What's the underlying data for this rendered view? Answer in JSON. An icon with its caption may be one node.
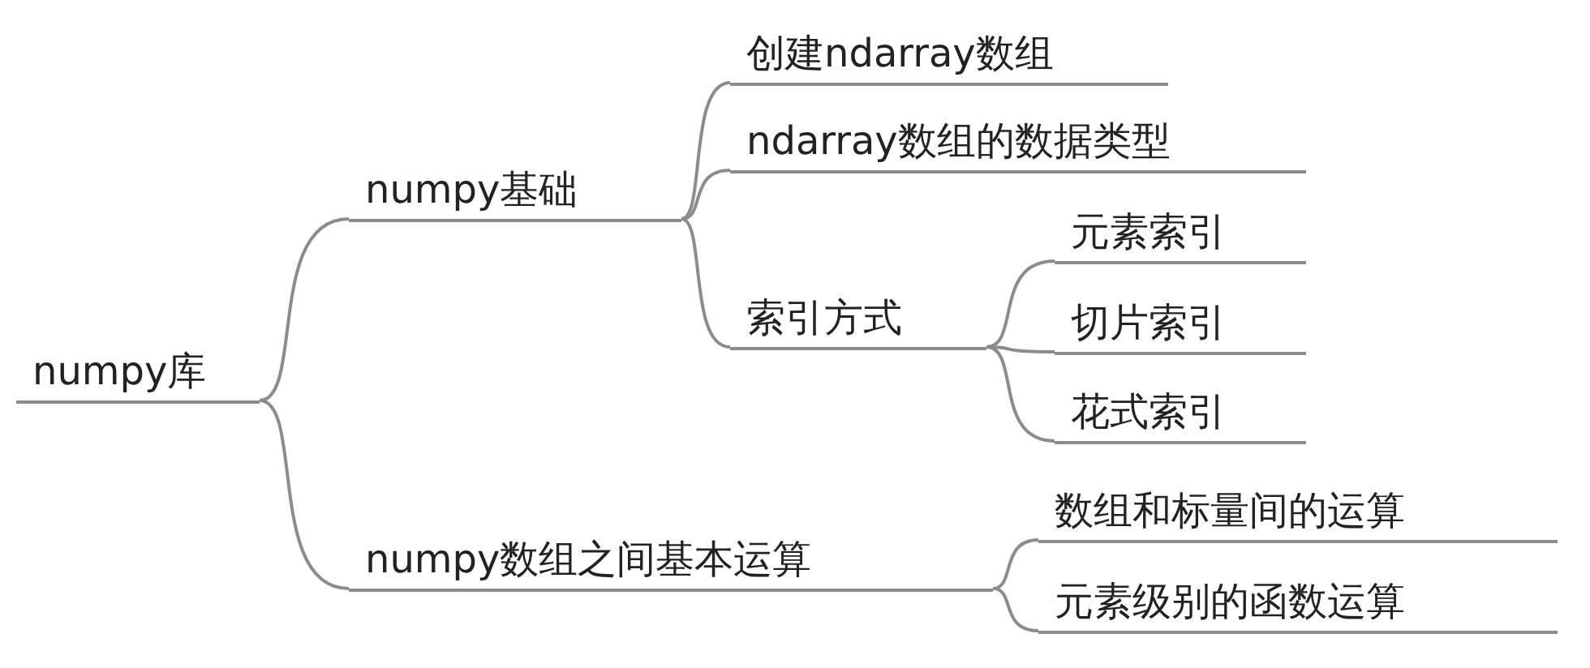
{
  "diagram": {
    "nodes": [
      {
        "text": [
          "numpy库"
        ]
      },
      {
        "text": [
          "numpy基础"
        ]
      },
      {
        "text": [
          "创建ndarray数组"
        ]
      },
      {
        "text": [
          "ndarray数组的数据类型"
        ]
      },
      {
        "text": [
          "索引方式"
        ]
      },
      {
        "text": [
          "元素索引"
        ]
      },
      {
        "text": [
          "切片索引"
        ]
      },
      {
        "text": [
          "花式索引"
        ]
      },
      {
        "text": [
          "numpy数组之间基本运算"
        ]
      },
      {
        "text": [
          "数组和标量间的运算"
        ]
      },
      {
        "text": [
          "元素级别的函数运算"
        ]
      }
    ],
    "edges": [
      {
        "from": 0,
        "to": 1,
        "arrow": "none"
      },
      {
        "from": 0,
        "to": 8,
        "arrow": "none"
      },
      {
        "from": 1,
        "to": 2,
        "arrow": "none"
      },
      {
        "from": 1,
        "to": 3,
        "arrow": "none"
      },
      {
        "from": 1,
        "to": 4,
        "arrow": "none"
      },
      {
        "from": 4,
        "to": 5,
        "arrow": "none"
      },
      {
        "from": 4,
        "to": 6,
        "arrow": "none"
      },
      {
        "from": 4,
        "to": 7,
        "arrow": "none"
      },
      {
        "from": 8,
        "to": 9,
        "arrow": "none"
      },
      {
        "from": 8,
        "to": 10,
        "arrow": "none"
      }
    ]
  }
}
